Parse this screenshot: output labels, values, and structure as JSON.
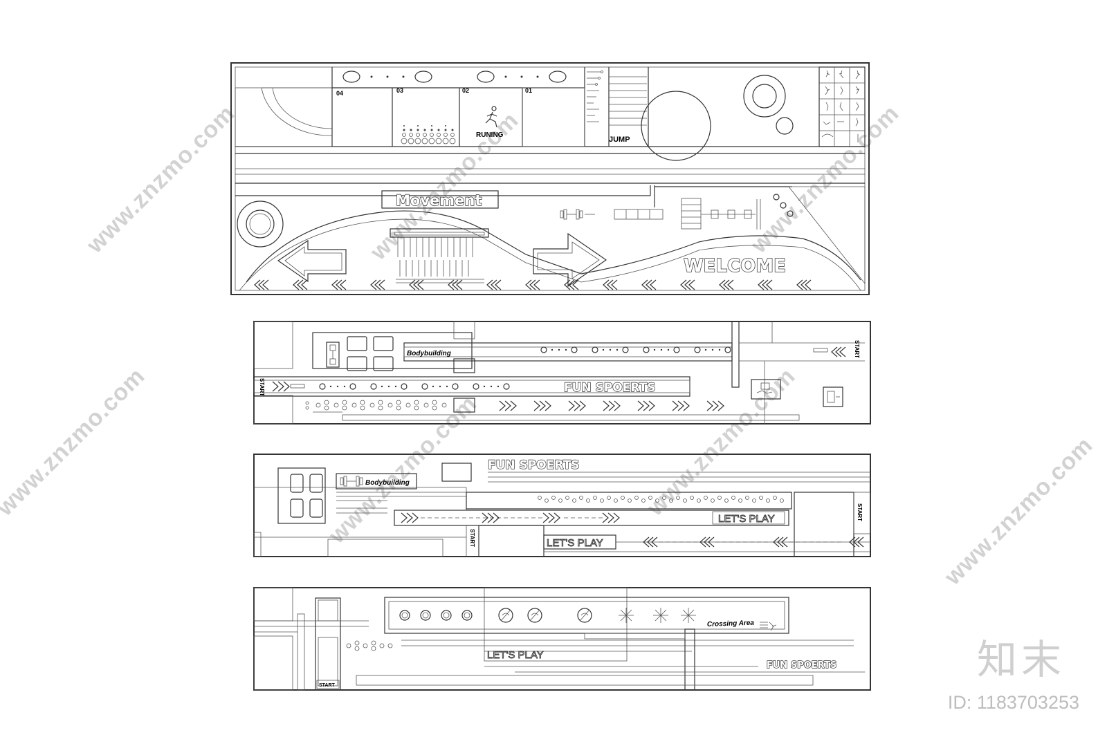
{
  "watermark": {
    "site": "www.znzmo.com",
    "brand_cn": "知末",
    "image_id": "ID: 1183703253"
  },
  "panel1": {
    "bays": [
      "04",
      "03",
      "02",
      "01"
    ],
    "running": "RUNING",
    "jump": "JUMP",
    "movement": "Movement",
    "welcome": "WELCOME"
  },
  "panel2": {
    "bodybuilding": "Bodybuilding",
    "fun": "FUN SPOERTS",
    "start_a": "START",
    "start_b": "START"
  },
  "panel3": {
    "fun": "FUN SPOERTS",
    "bodybuilding": "Bodybuilding",
    "lets_play_a": "LET'S PLAY",
    "lets_play_b": "LET'S PLAY",
    "start_a": "START",
    "start_b": "START"
  },
  "panel4": {
    "crossing": "Crossing Area",
    "lets_play": "LET'S PLAY",
    "fun": "FUN SPOERTS",
    "start": "START"
  }
}
